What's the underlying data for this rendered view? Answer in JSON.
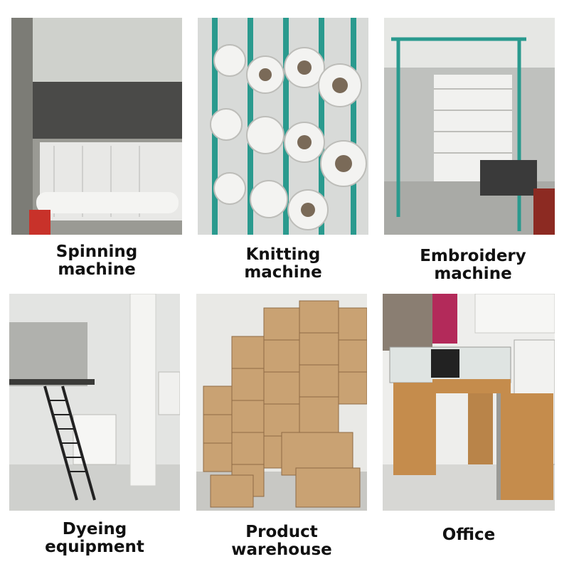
{
  "tiles": [
    {
      "caption": "Spinning\nmachine"
    },
    {
      "caption": "Knitting\nmachine"
    },
    {
      "caption": "Embroidery\nmachine"
    },
    {
      "caption": "Dyeing\nequipment"
    },
    {
      "caption": "Product\nwarehouse"
    },
    {
      "caption": "Office"
    }
  ],
  "colors": {
    "caption_text": "#111111",
    "teal_rack": "#2a9a8e",
    "carton": "#c9a273",
    "desk_wood": "#c58c4c"
  }
}
